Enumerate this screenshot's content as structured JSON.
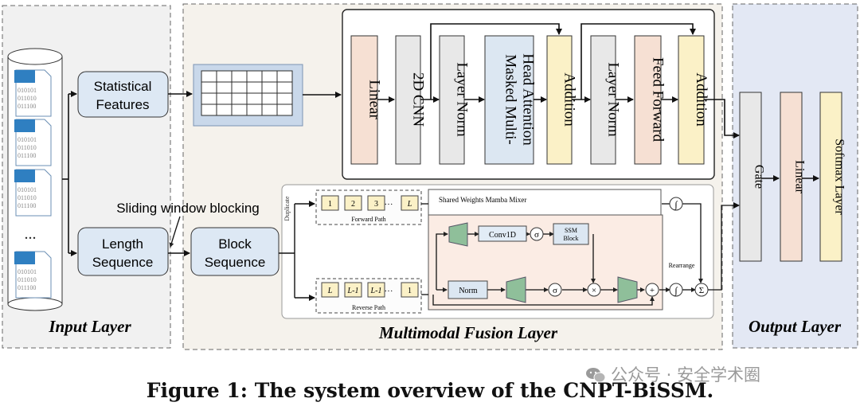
{
  "sections": {
    "input": "Input Layer",
    "fusion": "Multimodal Fusion Layer",
    "output": "Output Layer"
  },
  "input": {
    "file_bits": [
      "010101",
      "011010",
      "011100"
    ],
    "ellipsis": "...",
    "statistical": [
      "Statistical",
      "Features"
    ],
    "length": [
      "Length",
      "Sequence"
    ],
    "sliding": "Sliding  window blocking"
  },
  "transformer": {
    "blocks": [
      {
        "lines": [
          "Linear"
        ],
        "fill": "#f6e0d3"
      },
      {
        "lines": [
          "2D CNN"
        ],
        "fill": "#e8e8e8"
      },
      {
        "lines": [
          "Layer Norm"
        ],
        "fill": "#e8e8e8"
      },
      {
        "lines": [
          "Masked Multi-",
          "Head Attention"
        ],
        "fill": "#dce7f2"
      },
      {
        "lines": [
          "Addition"
        ],
        "fill": "#fbf1c7"
      },
      {
        "lines": [
          "Layer Norm"
        ],
        "fill": "#e8e8e8"
      },
      {
        "lines": [
          "Feed Forward"
        ],
        "fill": "#f6e0d3"
      },
      {
        "lines": [
          "Addition"
        ],
        "fill": "#fbf1c7"
      }
    ]
  },
  "mamba": {
    "block_sequence": [
      "Block",
      "Sequence"
    ],
    "duplicate": "Duplicate",
    "forward_tokens": [
      "1",
      "2",
      "3",
      "···",
      "L"
    ],
    "forward_label": "Forward Path",
    "reverse_tokens": [
      "L",
      "L-1",
      "L-1",
      "···",
      "1"
    ],
    "reverse_label": "Reverse Path",
    "mixer_title": "Shared Weights Mamba Mixer",
    "conv1d": "Conv1D",
    "ssm": [
      "SSM",
      "Block"
    ],
    "norm": "Norm",
    "rearrange": "Rearrange",
    "sigma": "σ",
    "times": "×",
    "plus": "+",
    "sum": "Σ",
    "activation": "∫"
  },
  "output": {
    "blocks": [
      {
        "label": "Gate",
        "fill": "#e8e8e8"
      },
      {
        "label": "Linear",
        "fill": "#f6e0d3"
      },
      {
        "label": "Softmax Layer",
        "fill": "#fbf1c7"
      }
    ]
  },
  "caption": "Figure 1: The system overview of the CNPT-BiSSM.",
  "watermark": "公众号 · 安全学术圈"
}
